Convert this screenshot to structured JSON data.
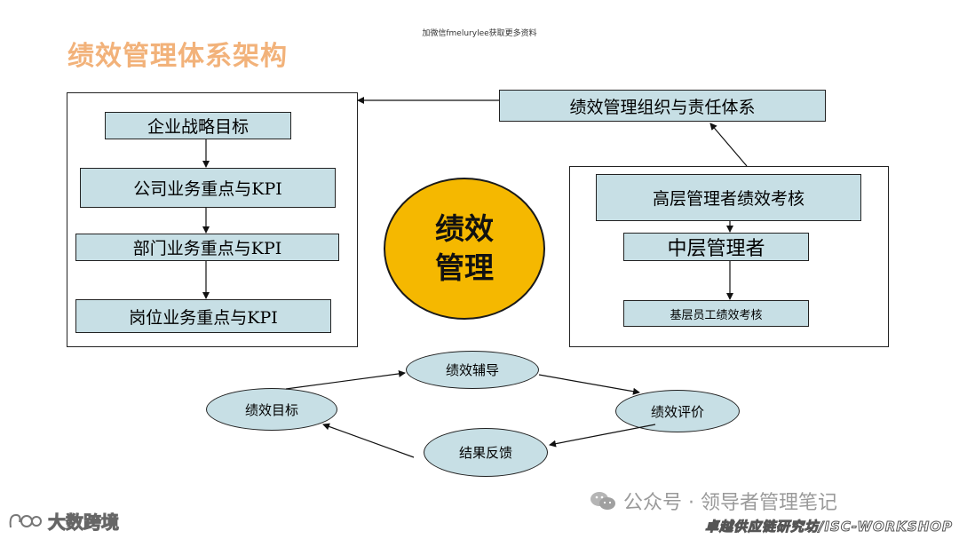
{
  "header_note": "加微信fmelurylee获取更多资料",
  "title": "绩效管理体系架构",
  "left_boxes": [
    "企业战略目标",
    "公司业务重点与KPI",
    "部门业务重点与KPI",
    "岗位业务重点与KPI"
  ],
  "top_right_box": "绩效管理组织与责任体系",
  "right_boxes": [
    "高层管理者绩效考核",
    "中层管理者",
    "基层员工绩效考核"
  ],
  "center": {
    "line1": "绩效",
    "line2": "管理"
  },
  "cycle": [
    "绩效辅导",
    "绩效评价",
    "结果反馈",
    "绩效目标"
  ],
  "watermarks": {
    "right": "公众号 · 领导者管理笔记",
    "bottom": "卓越供应链研究坊/ISC-WORKSHOP",
    "left": "大数跨境"
  },
  "colors": {
    "box_fill": "#c7dfe5",
    "circle_fill": "#f5b800",
    "title": "#f2b27a"
  }
}
